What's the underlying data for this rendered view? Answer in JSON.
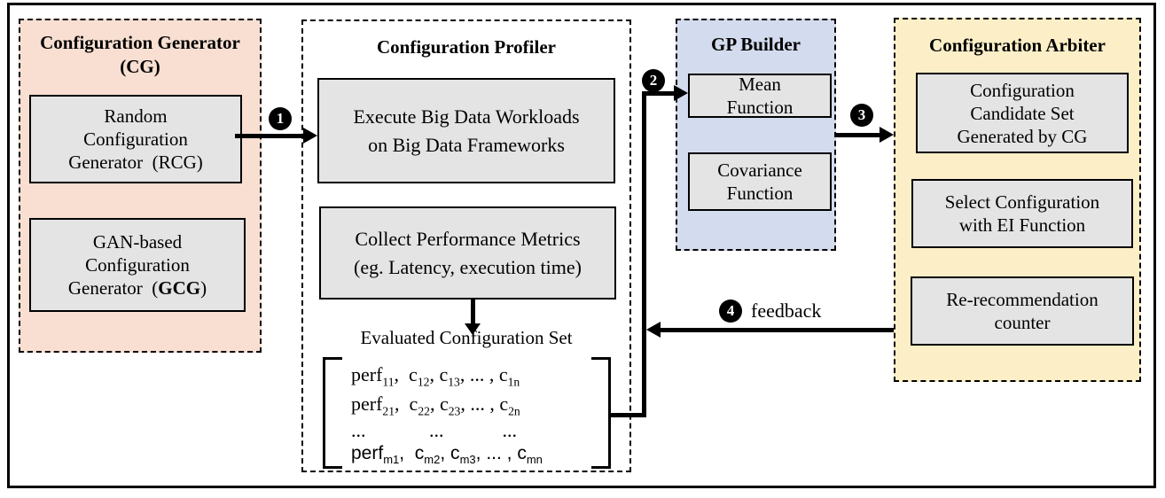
{
  "panels": {
    "cg": {
      "title": [
        "Configuration Generator",
        "(CG)"
      ],
      "boxes": {
        "rcg": {
          "lines": [
            "Random",
            "Configuration",
            "Generator  (RCG)"
          ]
        },
        "gcg": {
          "lines": [
            "GAN-based",
            "Configuration",
            "Generator  (**GCG**)"
          ]
        }
      }
    },
    "profiler": {
      "title": "Configuration Profiler",
      "boxes": {
        "execute": {
          "lines": [
            "Execute Big Data Workloads",
            "on Big Data Frameworks"
          ]
        },
        "collect": {
          "lines": [
            "Collect Performance Metrics",
            "(eg. Latency, execution time)"
          ]
        }
      },
      "evaluated_set_label": "Evaluated Configuration Set",
      "matrix_rows": [
        "perf_{11},  c_{12}, c_{13}, ... , c_{1n}",
        "perf_{21},  c_{22}, c_{23}, ... , c_{2n}",
        "...             ...            ...",
        "perf_{m1},  c_{m2}, c_{m3}, ... , c_{mn}"
      ]
    },
    "gp": {
      "title": "GP Builder",
      "boxes": {
        "mean": {
          "lines": [
            "Mean",
            "Function"
          ]
        },
        "covariance": {
          "lines": [
            "Covariance",
            "Function"
          ]
        }
      }
    },
    "arbiter": {
      "title": "Configuration Arbiter",
      "boxes": {
        "candidate": {
          "lines": [
            "Configuration",
            "Candidate Set",
            "Generated by CG"
          ]
        },
        "select": {
          "lines": [
            "Select Configuration",
            "with EI Function"
          ]
        },
        "rerec": {
          "lines": [
            "Re-recommendation",
            "counter"
          ]
        }
      }
    }
  },
  "steps": [
    "1",
    "2",
    "3",
    "4"
  ],
  "labels": {
    "feedback": "feedback"
  },
  "colors": {
    "cg_bg": "#f8dfd2",
    "gp_bg": "#d3dcee",
    "arbiter_bg": "#fcefc7",
    "box_bg": "#e4e4e4",
    "ink": "#000000",
    "paper": "#ffffff"
  }
}
